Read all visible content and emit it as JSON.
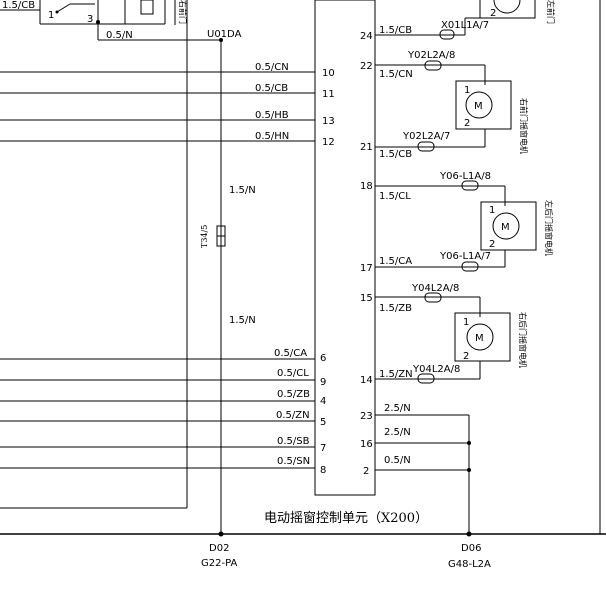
{
  "top": {
    "wire_top_cb": "1.5/CB",
    "switch_pin_1": "1",
    "switch_pin_3": "3",
    "wire_0_5_n": "0.5/N",
    "node_u01da": "U01DA",
    "motor_top_pin": "2",
    "motor_top_vlabel": "右前门"
  },
  "left_wires": [
    {
      "label": "0.5/CN",
      "pin": "10"
    },
    {
      "label": "0.5/CB",
      "pin": "11"
    },
    {
      "label": "0.5/HB",
      "pin": "13"
    },
    {
      "label": "0.5/HN",
      "pin": "12"
    },
    {
      "label": "0.5/CA",
      "pin": "6"
    },
    {
      "label": "0.5/CL",
      "pin": "9"
    },
    {
      "label": "0.5/ZB",
      "pin": "4"
    },
    {
      "label": "0.5/ZN",
      "pin": "5"
    },
    {
      "label": "0.5/SB",
      "pin": "7"
    },
    {
      "label": "0.5/SN",
      "pin": "8"
    }
  ],
  "vertical": {
    "upper_label": "1.5/N",
    "lower_label": "1.5/N",
    "connector": "T34/5"
  },
  "right_pins": [
    {
      "pin": "24",
      "wire": "1.5/CB",
      "connector": "X01L1A/7"
    },
    {
      "pin": "22",
      "wire": "1.5/CN",
      "connector": "Y02L2A/8"
    },
    {
      "pin": "21",
      "wire": "1.5/CB",
      "connector": "Y02L2A/7"
    },
    {
      "pin": "18",
      "wire": "1.5/CL",
      "connector": "Y06-L1A/8"
    },
    {
      "pin": "17",
      "wire": "1.5/CA",
      "connector": "Y06-L1A/7"
    },
    {
      "pin": "15",
      "wire": "1.5/ZB",
      "connector": "Y04L2A/8"
    },
    {
      "pin": "14",
      "wire": "1.5/ZN",
      "connector": "Y04L2A/8"
    },
    {
      "pin": "23",
      "wire": "2.5/N"
    },
    {
      "pin": "16",
      "wire": "2.5/N"
    },
    {
      "pin": "2",
      "wire": "0.5/N"
    }
  ],
  "motors": [
    {
      "symbol": "M",
      "pin_a": "1",
      "pin_b": "2",
      "label": "右前门摇窗电机"
    },
    {
      "symbol": "M",
      "pin_a": "1",
      "pin_b": "2",
      "label": "左后门摇窗电机"
    },
    {
      "symbol": "M",
      "pin_a": "1",
      "pin_b": "2",
      "label": "右后门摇窗电机"
    }
  ],
  "module_title": "电动摇窗控制单元（X200）",
  "ground": [
    {
      "id": "D02",
      "code": "G22-PA"
    },
    {
      "id": "D06",
      "code": "G48-L2A"
    }
  ],
  "top_right_vlabel": "左前门"
}
